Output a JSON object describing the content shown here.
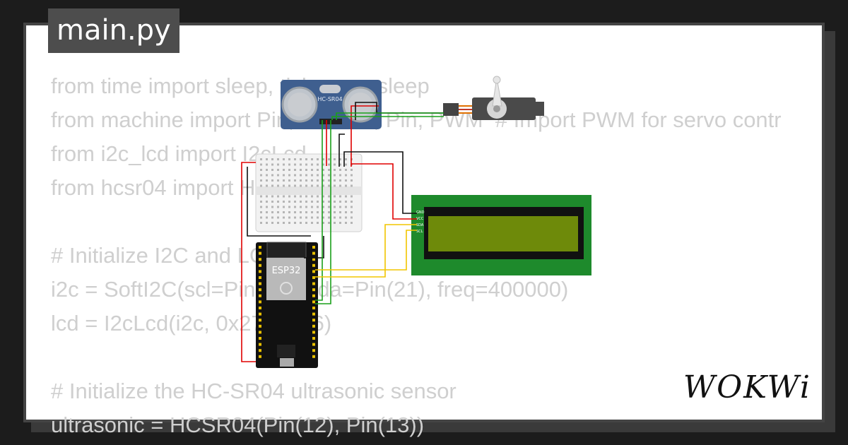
{
  "file_tab": {
    "label": "main.py"
  },
  "code_lines": [
    "from time import sleep, ticks_ms, sleep",
    "from machine import Pin, SoftI2C, Pin, PWM  # Import PWM for servo contr",
    "from i2c_lcd import I2cLcd",
    "from hcsr04 import HCSR04",
    "",
    "# Initialize I2C and LCD",
    "i2c = SoftI2C(scl=Pin(22), sda=Pin(21), freq=400000)",
    "lcd = I2cLcd(i2c, 0x27, 2, 16)",
    "",
    "# Initialize the HC-SR04 ultrasonic sensor",
    "ultrasonic = HCSR04(Pin(12), Pin(13))"
  ],
  "components": {
    "sensor_label": "HC-SR04",
    "esp32_label": "ESP32",
    "lcd_pins": [
      "GND",
      "VCC",
      "SDA",
      "SCL"
    ]
  },
  "brand": {
    "logo_text": "WOKWi"
  },
  "colors": {
    "background": "#1c1c1c",
    "tab": "#4d4d4d",
    "lcd_bezel": "#1e8a2c",
    "lcd_screen": "#6e8a0a",
    "sensor_board": "#3f5f8f",
    "wire_red": "#e00000",
    "wire_black": "#111111",
    "wire_green": "#1aa01a",
    "wire_yellow": "#f2c500"
  }
}
